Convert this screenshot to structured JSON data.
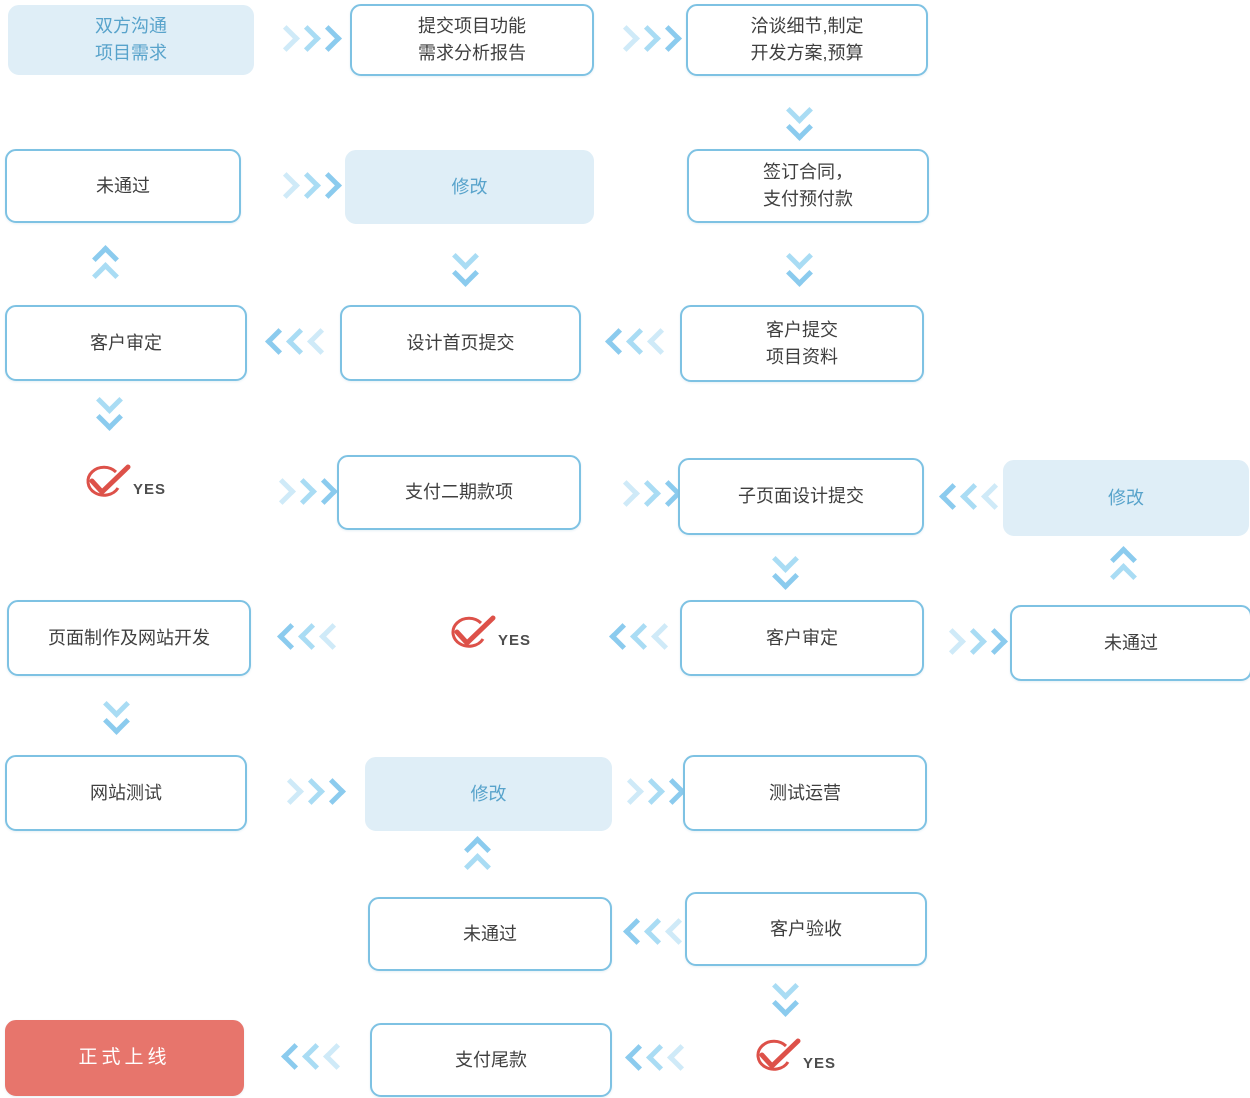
{
  "colors": {
    "box_border": "#7EC2E3",
    "box_fill_light": "#DFEEF7",
    "box_text_dark": "#3F3F3F",
    "box_text_blue": "#58A3CB",
    "final_box_fill": "#E7756C",
    "final_box_text": "#FFFFFF",
    "arrow_blue": "#A9DCF4",
    "yes_check_red": "#DD5149",
    "yes_text_gray": "#4D4D4D"
  },
  "icons": {
    "chevron_right": "❯❯❯",
    "chevron_left": "❮❮❮",
    "chevron_down": "﹀﹀",
    "chevron_up": "︿︿",
    "yes_check": "✓"
  },
  "yes_label": "YES",
  "nodes": {
    "communicate": {
      "label": "双方沟通\n项目需求"
    },
    "submit_report": {
      "label": "提交项目功能\n需求分析报告"
    },
    "negotiate": {
      "label": "洽谈细节,制定\n开发方案,预算"
    },
    "not_passed_1": {
      "label": "未通过"
    },
    "revise_1": {
      "label": "修改"
    },
    "sign_contract": {
      "label": "签订合同，\n支付预付款"
    },
    "client_review_1": {
      "label": "客户审定"
    },
    "homepage_submit": {
      "label": "设计首页提交"
    },
    "client_materials": {
      "label": "客户提交\n项目资料"
    },
    "pay_phase2": {
      "label": "支付二期款项"
    },
    "subpage_submit": {
      "label": "子页面设计提交"
    },
    "revise_2": {
      "label": "修改"
    },
    "page_dev": {
      "label": "页面制作及网站开发"
    },
    "client_review_2": {
      "label": "客户审定"
    },
    "not_passed_2": {
      "label": "未通过"
    },
    "site_test": {
      "label": "网站测试"
    },
    "revise_3": {
      "label": "修改"
    },
    "test_ops": {
      "label": "测试运营"
    },
    "not_passed_3": {
      "label": "未通过"
    },
    "client_accept": {
      "label": "客户验收"
    },
    "go_live": {
      "label": "正式上线"
    },
    "pay_final": {
      "label": "支付尾款"
    }
  }
}
